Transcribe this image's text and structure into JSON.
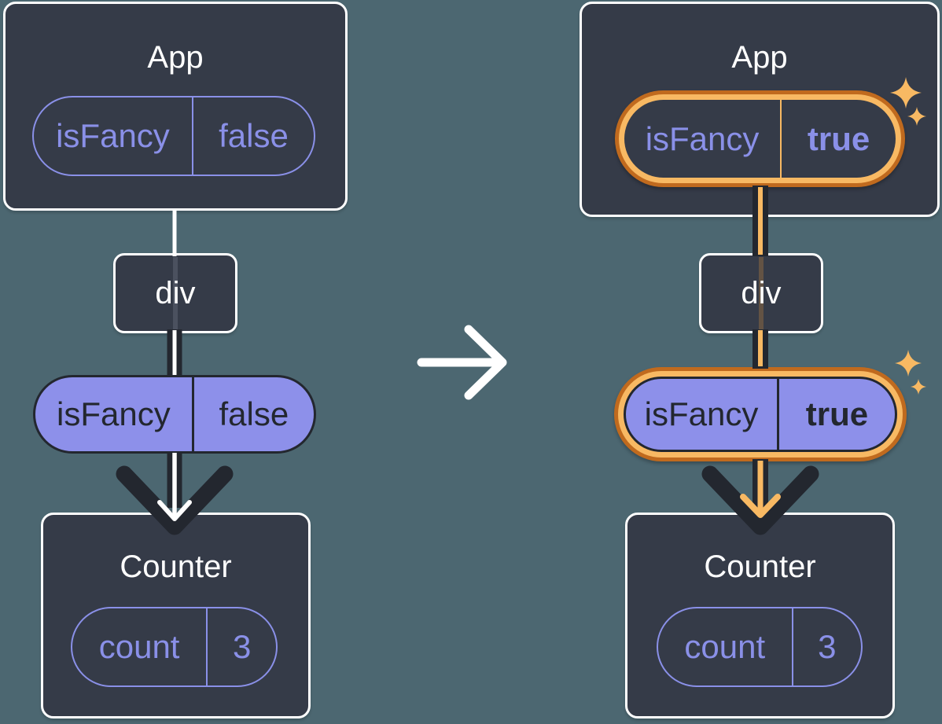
{
  "colors": {
    "background": "#4C6771",
    "box_fill": "#353B48",
    "box_border": "#FFFFFF",
    "purple": "#8A90E8",
    "purple_fill": "#8D90EA",
    "dark": "#23272F",
    "orange_dark": "#C06A1E",
    "orange_light": "#F8B963",
    "white": "#FFFFFF"
  },
  "before": {
    "app": {
      "title": "App",
      "prop": {
        "name": "isFancy",
        "value": "false"
      }
    },
    "div_label": "div",
    "passed_prop": {
      "name": "isFancy",
      "value": "false"
    },
    "counter": {
      "title": "Counter",
      "state": {
        "name": "count",
        "value": "3"
      }
    }
  },
  "after": {
    "app": {
      "title": "App",
      "prop": {
        "name": "isFancy",
        "value": "true"
      }
    },
    "div_label": "div",
    "passed_prop": {
      "name": "isFancy",
      "value": "true"
    },
    "counter": {
      "title": "Counter",
      "state": {
        "name": "count",
        "value": "3"
      }
    }
  }
}
